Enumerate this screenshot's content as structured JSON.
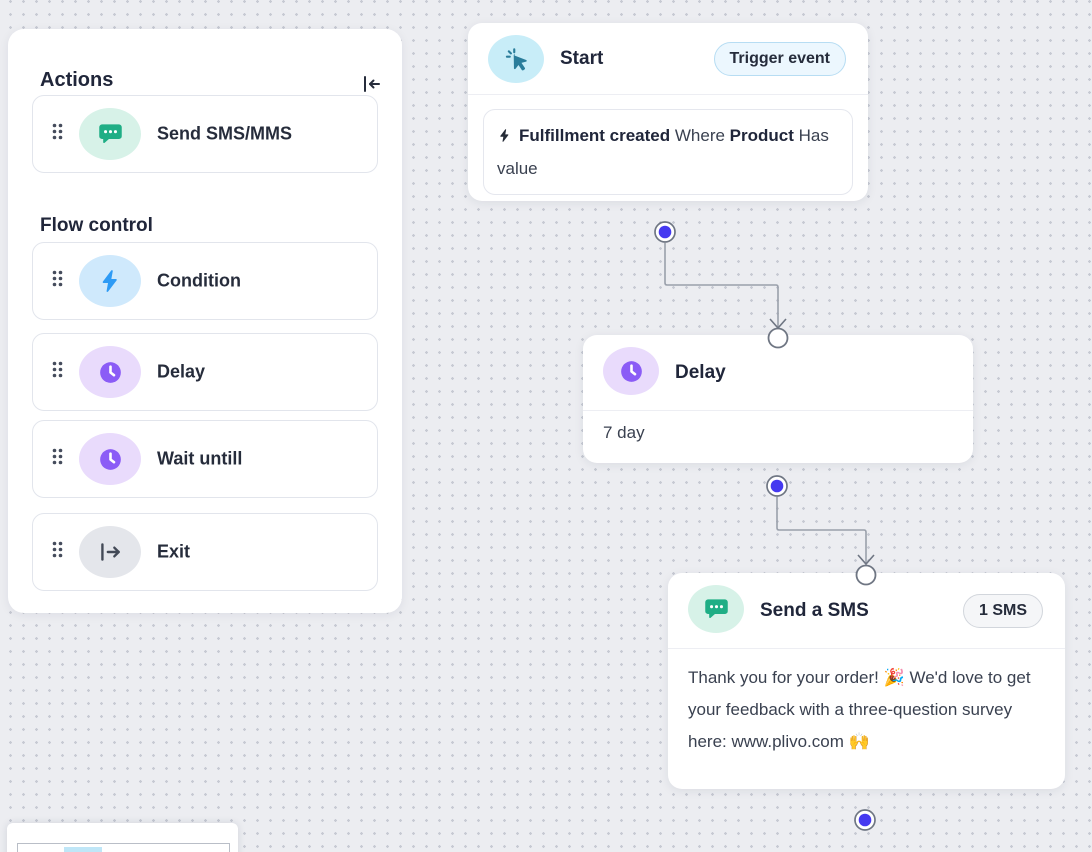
{
  "sidebar": {
    "title": "Actions",
    "actions_items": [
      {
        "label": "Send SMS/MMS",
        "icon": "sms-chat-icon",
        "icon_color": "#1fae85"
      }
    ],
    "flow_control": {
      "title": "Flow control",
      "items": [
        {
          "label": "Condition",
          "icon": "bolt-icon",
          "icon_color": "#2e9bf5"
        },
        {
          "label": "Delay",
          "icon": "clock-icon",
          "icon_color": "#8b5cf6"
        },
        {
          "label": "Wait untill",
          "icon": "clock-icon",
          "icon_color": "#8b5cf6"
        },
        {
          "label": "Exit",
          "icon": "exit-icon",
          "icon_color": "#434a57"
        }
      ]
    }
  },
  "canvas": {
    "start": {
      "title": "Start",
      "badge": "Trigger event",
      "icon": "cursor-click-icon",
      "trigger": {
        "event": "Fulfillment created",
        "where_label": " Where ",
        "field": "Product",
        "condition": " Has value"
      }
    },
    "delay": {
      "title": "Delay",
      "icon": "clock-icon",
      "value": "7 day"
    },
    "send_sms": {
      "title": "Send a SMS",
      "badge": "1 SMS",
      "icon": "sms-chat-icon",
      "message": "Thank you for your order! 🎉 We'd love to get your feedback with a three-question survey here: www.plivo.com 🙌"
    }
  },
  "colors": {
    "canvas_bg": "#ecedf1",
    "canvas_dot": "#c7cad3",
    "accent_green": "#1fae85",
    "accent_blue": "#2e9bf5",
    "accent_purple": "#8b5cf6",
    "accent_teal": "#2a7d9b",
    "port_blue": "#4539f0",
    "connector_gray": "#9aa0ab",
    "trigger_badge_bg": "#ecf7fe",
    "trigger_badge_border": "#b7ddf3"
  }
}
